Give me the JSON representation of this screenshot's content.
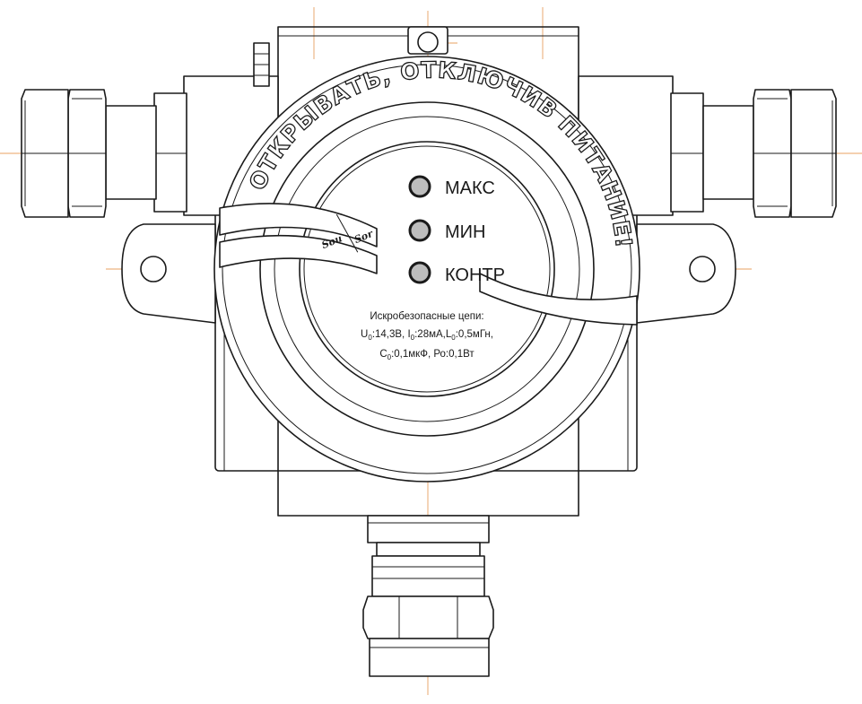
{
  "drawing": {
    "warning_text": "ОТКРЫВАТЬ, ОТКЛЮЧИВ ПИТАНИЕ!",
    "indicators": [
      {
        "label": "МАКС"
      },
      {
        "label": "МИН"
      },
      {
        "label": "КОНТР"
      }
    ],
    "logo": {
      "line1": "Sou",
      "line2": "Sor"
    },
    "spec": {
      "title": "Искробезопасные цепи:",
      "line2": {
        "u_sym": "U",
        "u_sub": "0",
        "u_val": ":14,3В, ",
        "i_sym": "I",
        "i_sub": "0",
        "i_val": ":28мА,",
        "l_sym": "L",
        "l_sub": "0",
        "l_val": ":0,5мГн,"
      },
      "line3": {
        "c_sym": "C",
        "c_sub": "0",
        "c_val": ":0,1мкФ,  ",
        "p_val": "Ро:0,1Вт"
      }
    },
    "colors": {
      "line": "#1a1a1a",
      "axis": "#e8a060",
      "led": "#bdbdbd"
    }
  }
}
